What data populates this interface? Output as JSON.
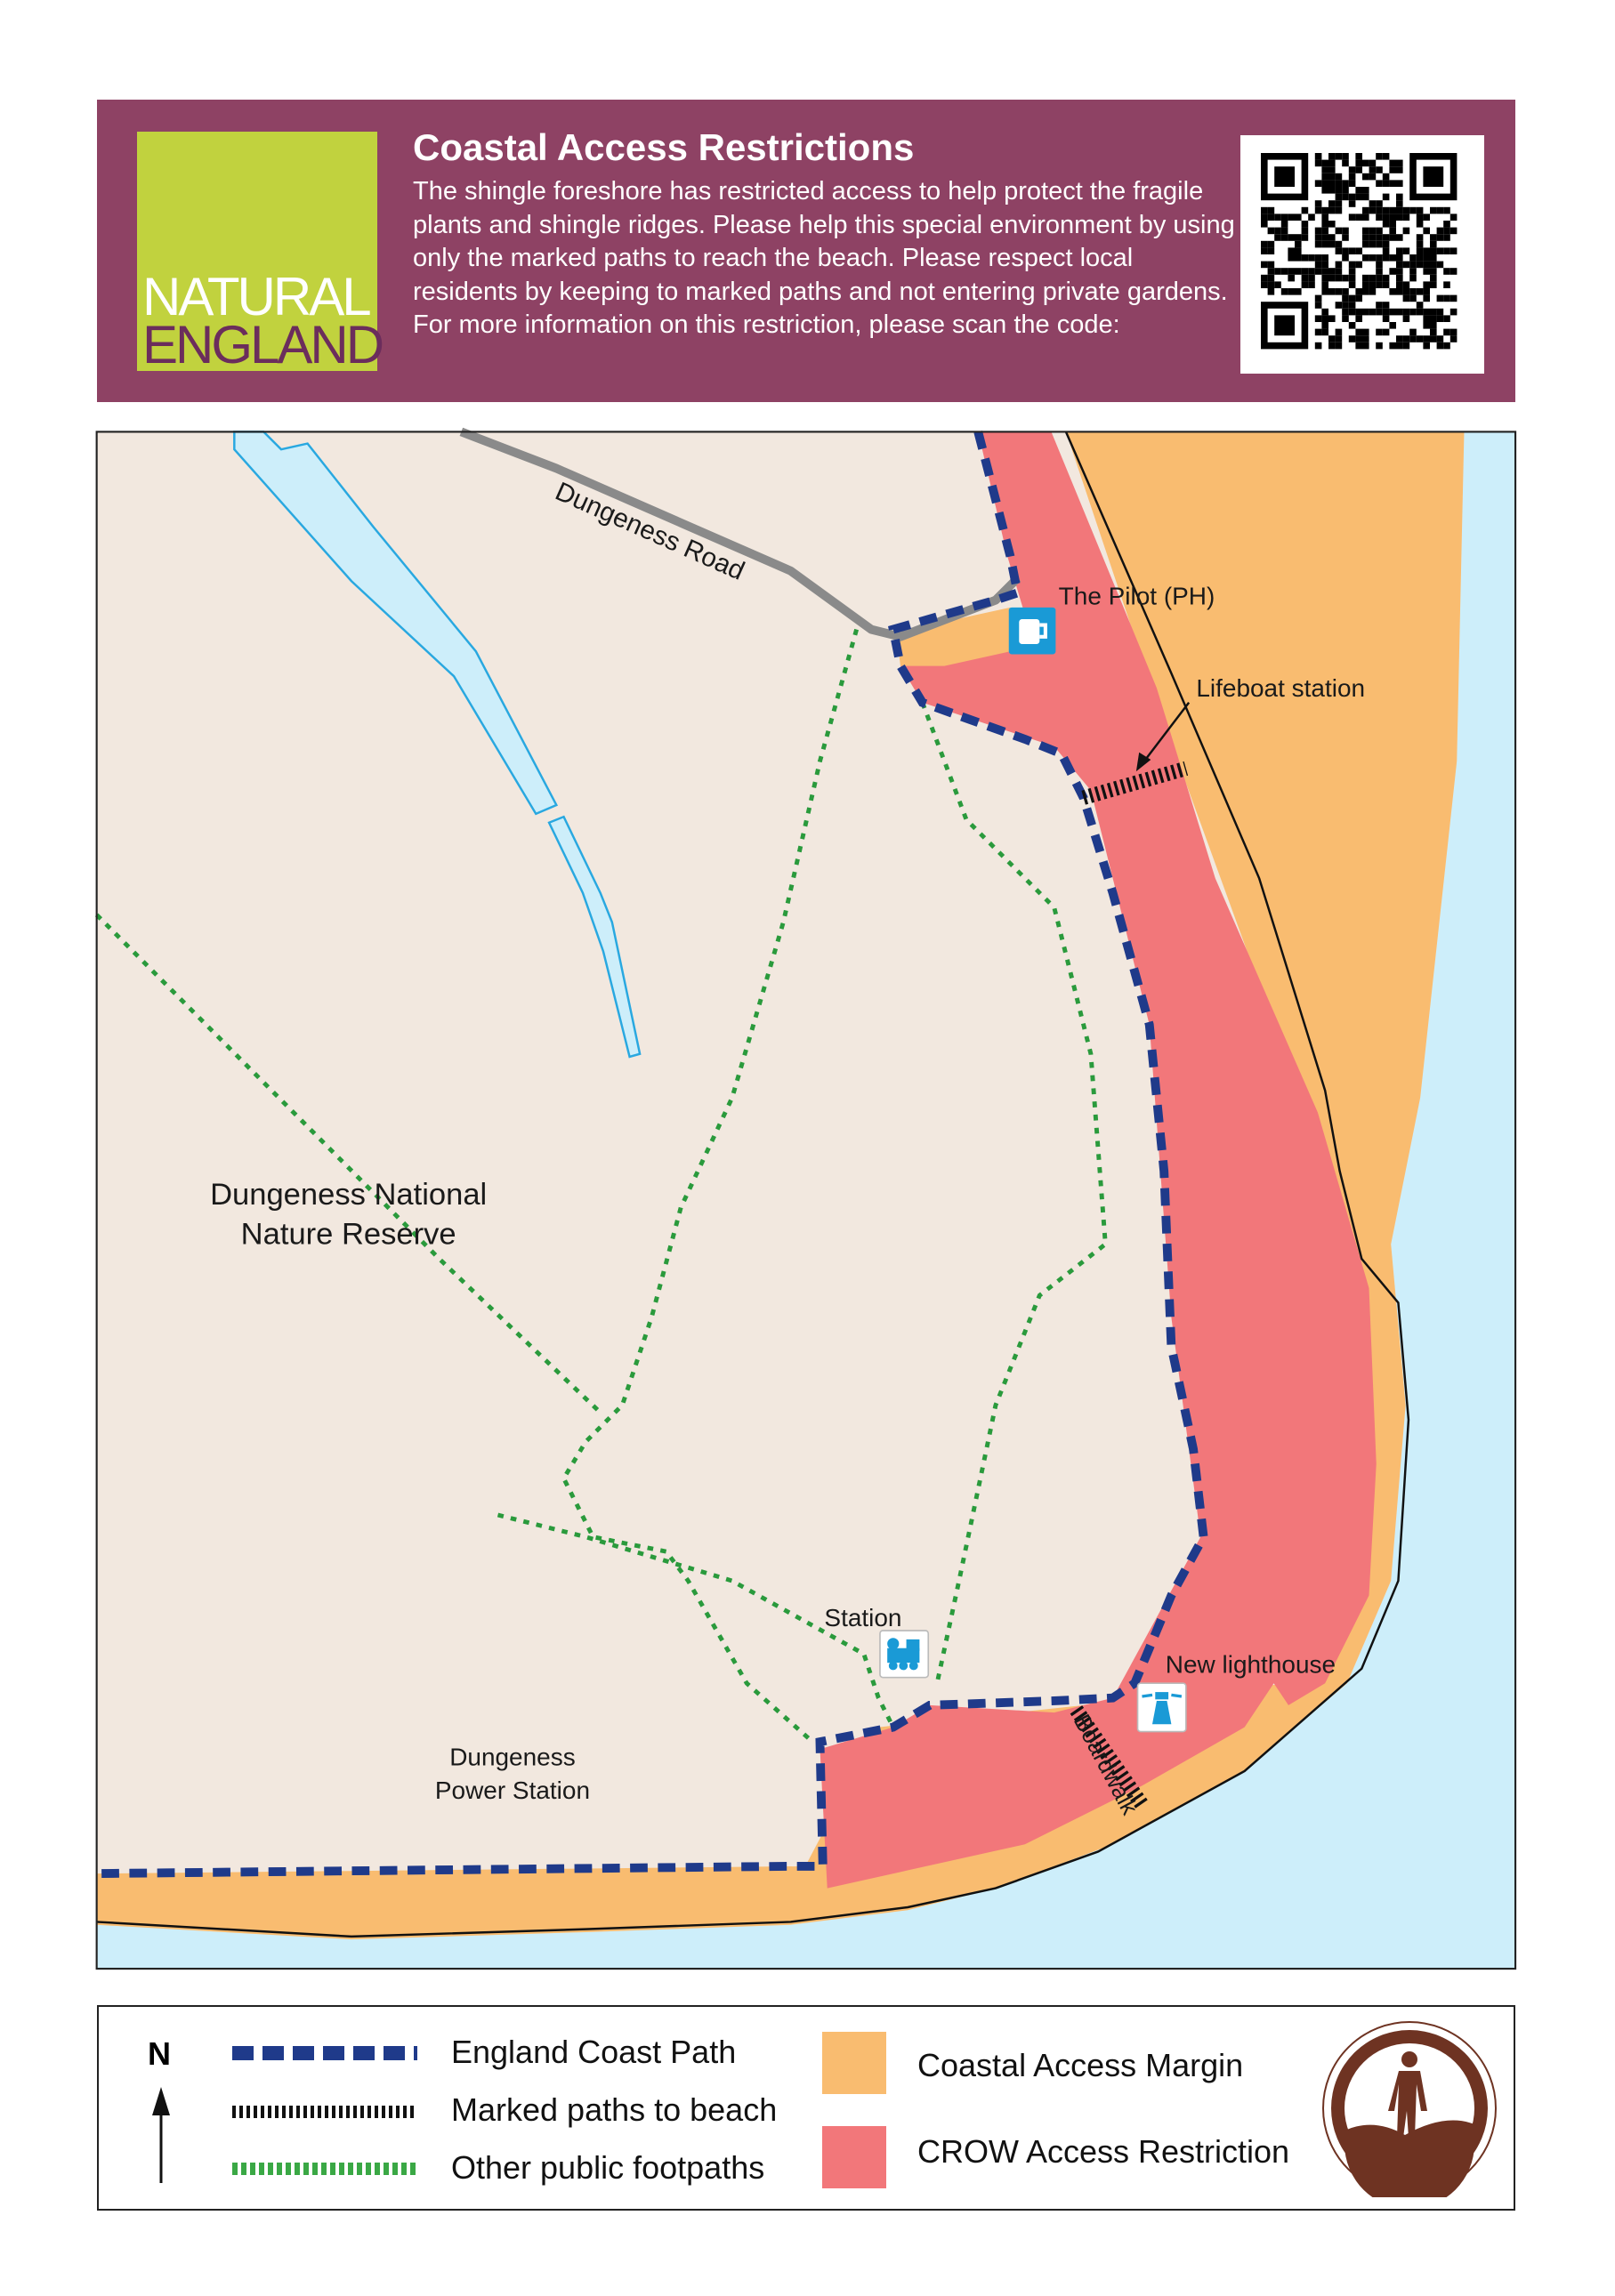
{
  "header": {
    "logo_line1": "NATURAL",
    "logo_line2": "ENGLAND",
    "title": "Coastal Access Restrictions",
    "body": "The shingle foreshore has restricted access to help protect the fragile plants and shingle ridges. Please help this special environment by using only the marked paths to reach the beach. Please respect local residents by keeping to marked paths and not entering private gardens. For more information on this restriction, please scan the code:",
    "qr_icon": "qr-code"
  },
  "map": {
    "labels": {
      "road": "Dungeness Road",
      "pilot": "The Pilot (PH)",
      "lifeboat": "Lifeboat station",
      "reserve_line1": "Dungeness National",
      "reserve_line2": "Nature Reserve",
      "station": "Station",
      "lighthouse": "New lighthouse",
      "boardwalk": "Boardwalk",
      "power_line1": "Dungeness",
      "power_line2": "Power Station"
    },
    "icons": [
      "pub-icon",
      "train-icon",
      "lighthouse-icon"
    ],
    "colors": {
      "land": "#f2e8df",
      "sea": "#cdeefa",
      "coastal_margin": "#f9bc70",
      "crow_restriction": "#f2777a",
      "coast_path": "#1f3a8a",
      "footpath": "#2a9a3c",
      "road": "#8a8a8a"
    }
  },
  "legend": {
    "north": "N",
    "items": [
      {
        "label": "England Coast Path"
      },
      {
        "label": "Marked paths to beach"
      },
      {
        "label": "Other public footpaths"
      },
      {
        "label": "Coastal Access Margin"
      },
      {
        "label": "CROW Access Restriction"
      }
    ]
  }
}
